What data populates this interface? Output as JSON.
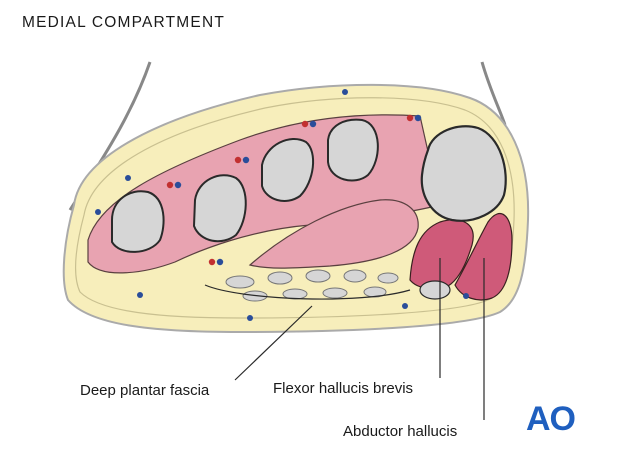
{
  "title": "MEDIAL COMPARTMENT",
  "labels": {
    "deep_plantar_fascia": "Deep plantar fascia",
    "flexor_hallucis_brevis": "Flexor hallucis brevis",
    "abductor_hallucis": "Abductor hallucis"
  },
  "logo": "AO",
  "colors": {
    "fat": "#f7eebb",
    "muscle": "#e8a3b1",
    "muscle_highlight": "#cf5a79",
    "bone": "#d6d6d6",
    "outline": "#2a2a2a",
    "logo": "#1f5fbf",
    "artery": "#c23030",
    "vein": "#2a4d9a"
  }
}
